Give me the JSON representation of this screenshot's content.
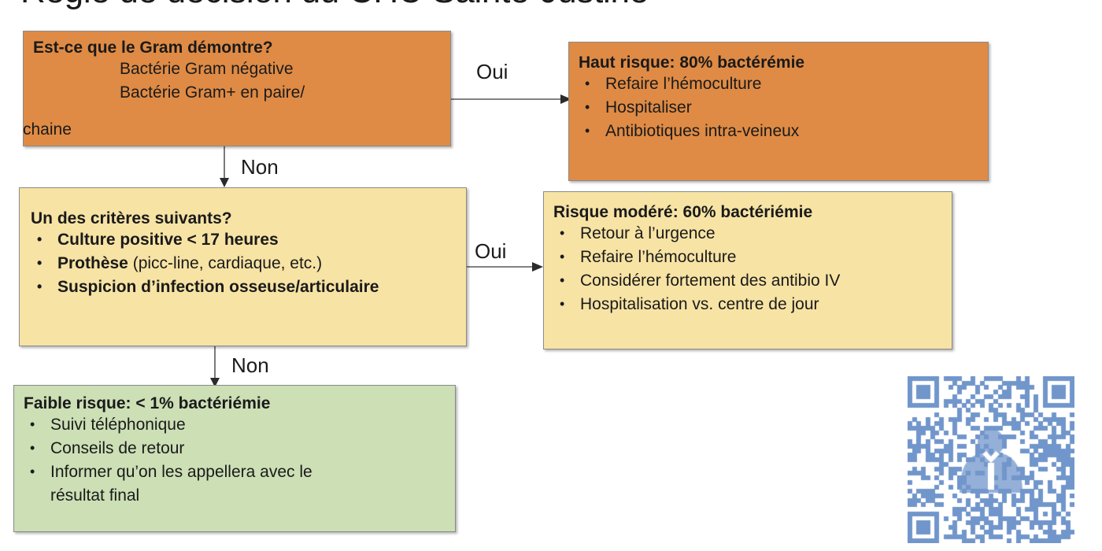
{
  "title": "Règle de décision du CHU Sainte-Justine",
  "nodes": {
    "gram": {
      "color": "#DF8B45",
      "heading": "Est-ce que le Gram démontre?",
      "line1": "Bactérie Gram négative",
      "line2": "Bactérie Gram+ en paire/",
      "overflow": "chaine"
    },
    "haut_risque": {
      "color": "#DF8B45",
      "heading": "Haut risque: 80% bactérémie",
      "bullets": [
        "Refaire l’hémoculture",
        "Hospitaliser",
        "Antibiotiques intra-veineux"
      ]
    },
    "criteres": {
      "color": "#F7E3A4",
      "heading": "Un des critères suivants?",
      "bullets": [
        {
          "bold": "Culture positive < 17 heures",
          "regular": ""
        },
        {
          "bold": "Prothèse ",
          "regular": "(picc-line, cardiaque, etc.)"
        },
        {
          "bold": "Suspicion d’infection osseuse/articulaire",
          "regular": ""
        }
      ]
    },
    "risque_modere": {
      "color": "#F7E3A4",
      "heading": "Risque modéré: 60% bactériémie",
      "bullets": [
        "Retour à l’urgence",
        "Refaire l’hémoculture",
        "Considérer fortement des antibio IV",
        "Hospitalisation vs. centre de jour"
      ]
    },
    "faible_risque": {
      "color": "#CCDFB5",
      "heading": "Faible risque: < 1% bactériémie",
      "bullets": [
        "Suivi téléphonique",
        "Conseils de retour",
        "Informer qu’on les appellera avec le"
      ],
      "continuation": "résultat final"
    }
  },
  "connectors": {
    "gram_to_haut": "Oui",
    "gram_to_criteres": "Non",
    "criteres_to_modere": "Oui",
    "criteres_to_faible": "Non"
  },
  "qr_code": {
    "name": "qr-code",
    "color": "#7196CB",
    "center_glyph": "person-silhouette"
  }
}
